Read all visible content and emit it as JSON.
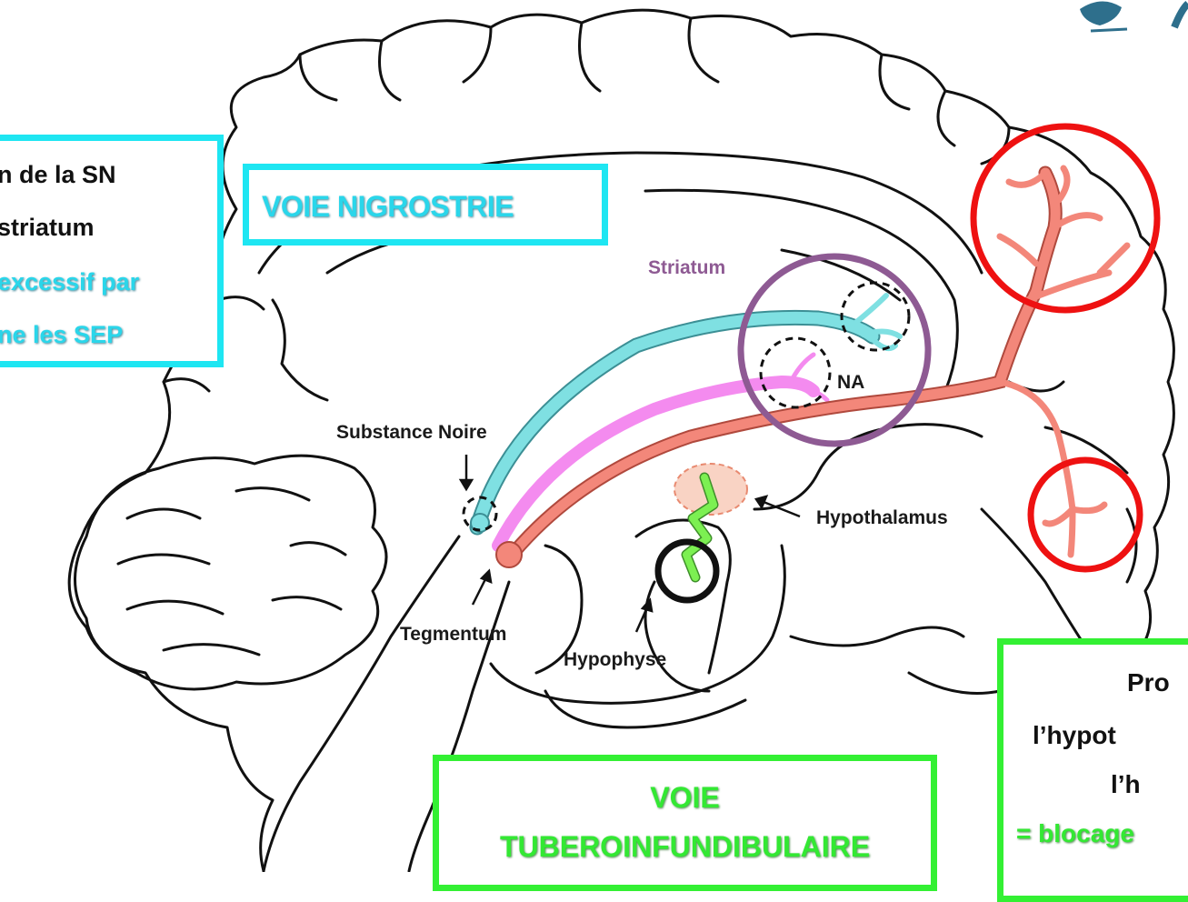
{
  "colors": {
    "nigrostriatal": "#7fe0e2",
    "mesolimbic": "#f48bef",
    "mesocortical": "#f3877a",
    "tuberoinfundibular": "#7cf052",
    "highlight_red": "#ee1111",
    "highlight_purple": "#8e5a93",
    "highlight_black": "#111111",
    "box_cyan": "#1ee6f2",
    "box_green": "#33f033"
  },
  "left_box": {
    "line1": "n de la SN",
    "line2": "striatum",
    "line3": "excessif par",
    "line4": "ne les SEP"
  },
  "nigro_box": {
    "title": "VOIE NIGROSTRIE"
  },
  "tubero_box": {
    "line1": "VOIE",
    "line2": "TUBEROINFUNDIBULAIRE"
  },
  "right_box": {
    "line1": "Pro",
    "line2": "l’hypot",
    "line3": "l’h",
    "line4": "= blocage"
  },
  "labels": {
    "striatum": "Striatum",
    "na": "NA",
    "substance_noire": "Substance Noire",
    "hypothalamus": "Hypothalamus",
    "tegmentum": "Tegmentum",
    "hypophyse": "Hypophyse"
  }
}
